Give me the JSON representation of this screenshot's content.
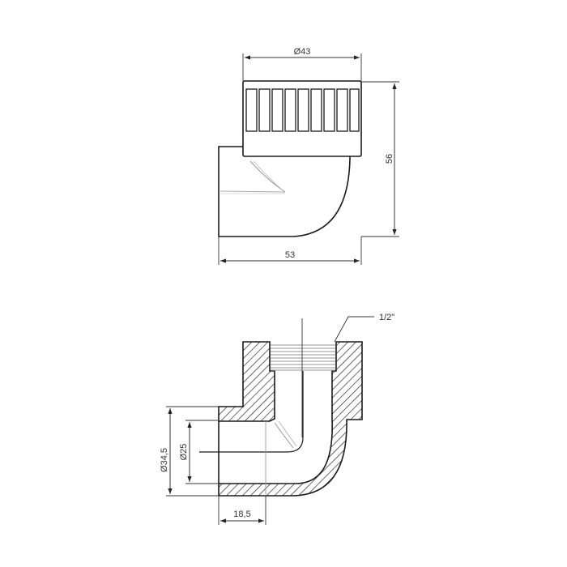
{
  "drawing": {
    "subject": "90° elbow fitting with female thread",
    "top_view": {
      "dim_diameter": "Ø43",
      "dim_height": "56",
      "dim_width": "53"
    },
    "section_view": {
      "thread_label": "1/2\"",
      "dim_outer_diameter": "Ø34,5",
      "dim_inner_diameter": "Ø25",
      "dim_socket_depth": "18,5"
    },
    "colors": {
      "line": "#1a1a1a",
      "thread": "#b0b0b0",
      "background": "#ffffff"
    }
  }
}
